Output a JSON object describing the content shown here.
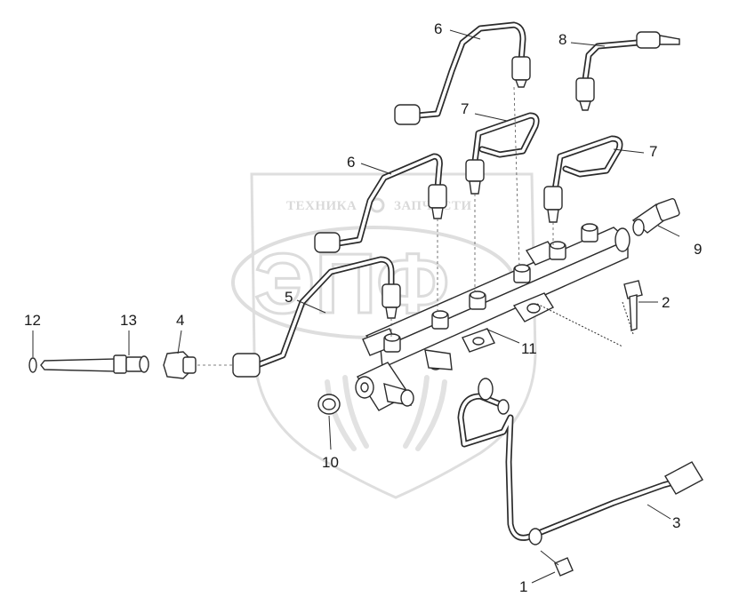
{
  "watermark": {
    "top_text_left": "ТЕХНИКА",
    "top_text_right": "ЗАПЧАСТИ",
    "big_text": "ЭПФ"
  },
  "callouts": {
    "c1": "1",
    "c2": "2",
    "c3": "3",
    "c4": "4",
    "c5": "5",
    "c6a": "6",
    "c6b": "6",
    "c7a": "7",
    "c7b": "7",
    "c8": "8",
    "c9": "9",
    "c10": "10",
    "c11": "11",
    "c12": "12",
    "c13": "13"
  }
}
